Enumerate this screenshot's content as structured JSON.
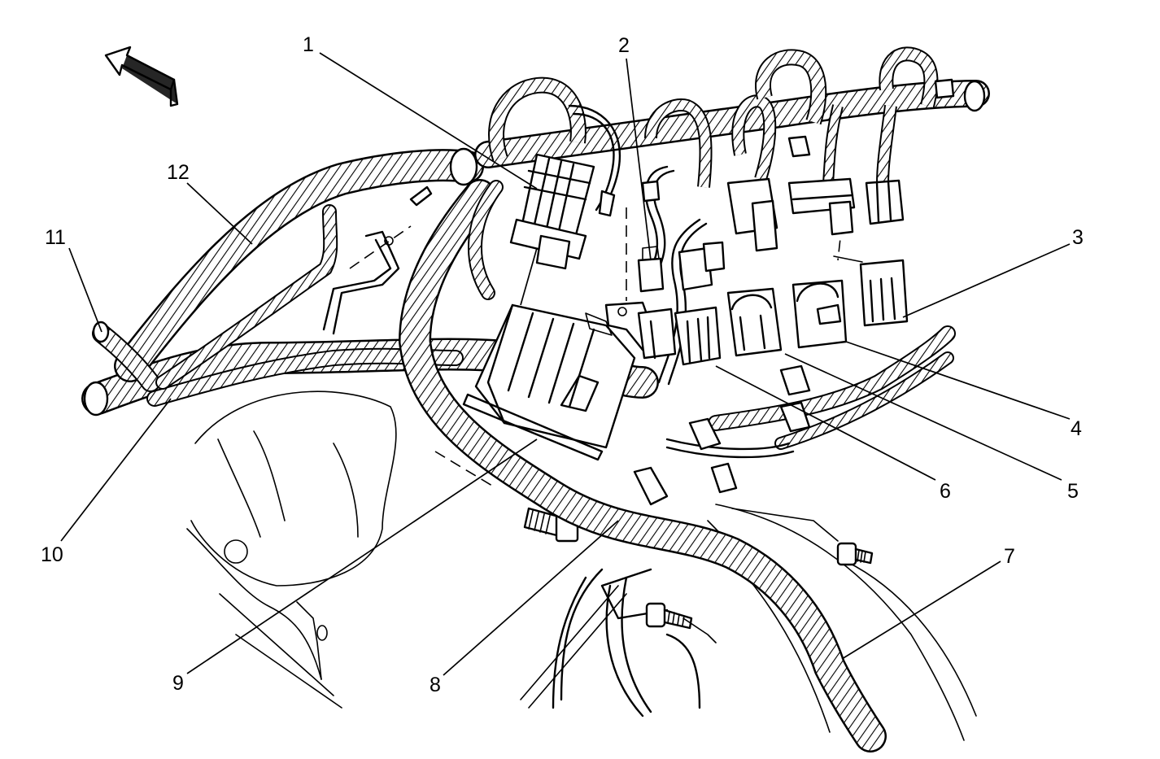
{
  "callouts": [
    {
      "id": "1",
      "label": "1"
    },
    {
      "id": "2",
      "label": "2"
    },
    {
      "id": "3",
      "label": "3"
    },
    {
      "id": "4",
      "label": "4"
    },
    {
      "id": "5",
      "label": "5"
    },
    {
      "id": "6",
      "label": "6"
    },
    {
      "id": "7",
      "label": "7"
    },
    {
      "id": "8",
      "label": "8"
    },
    {
      "id": "9",
      "label": "9"
    },
    {
      "id": "10",
      "label": "10"
    },
    {
      "id": "11",
      "label": "11"
    },
    {
      "id": "12",
      "label": "12"
    }
  ],
  "icons": {
    "direction": "front-direction-arrow-icon"
  }
}
